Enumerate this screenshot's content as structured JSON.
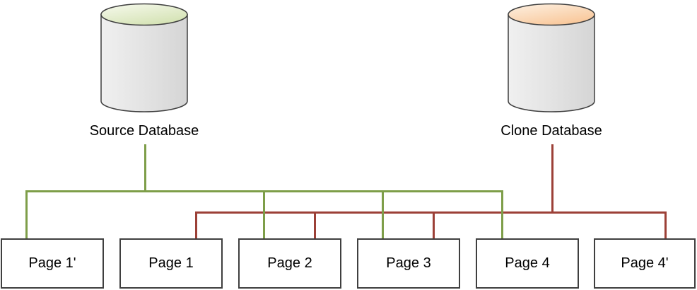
{
  "diagram": {
    "databases": {
      "source": {
        "label": "Source Database",
        "accent_color": "#7e9e49",
        "top_color": "#d5e3b5",
        "linked_pages": [
          "Page 1'",
          "Page 2",
          "Page 3",
          "Page 4"
        ]
      },
      "clone": {
        "label": "Clone Database",
        "accent_color": "#9c4037",
        "top_color": "#f9c89b",
        "linked_pages": [
          "Page 1",
          "Page 2",
          "Page 3",
          "Page 4'"
        ]
      }
    },
    "pages": [
      {
        "label": "Page 1'"
      },
      {
        "label": "Page 1"
      },
      {
        "label": "Page 2"
      },
      {
        "label": "Page 3"
      },
      {
        "label": "Page 4"
      },
      {
        "label": "Page 4'"
      }
    ],
    "connections": [
      {
        "from": "Source Database",
        "to": "Page 1'",
        "color": "#7e9e49"
      },
      {
        "from": "Source Database",
        "to": "Page 2",
        "color": "#7e9e49"
      },
      {
        "from": "Source Database",
        "to": "Page 3",
        "color": "#7e9e49"
      },
      {
        "from": "Source Database",
        "to": "Page 4",
        "color": "#7e9e49"
      },
      {
        "from": "Clone Database",
        "to": "Page 1",
        "color": "#9c4037"
      },
      {
        "from": "Clone Database",
        "to": "Page 2",
        "color": "#9c4037"
      },
      {
        "from": "Clone Database",
        "to": "Page 3",
        "color": "#9c4037"
      },
      {
        "from": "Clone Database",
        "to": "Page 4'",
        "color": "#9c4037"
      }
    ]
  },
  "colors": {
    "green": "#7e9e49",
    "red": "#9c4037",
    "box-border": "#3f3f3f",
    "box-fill": "#ffffff",
    "cyl-outline": "#3f3f3f"
  }
}
